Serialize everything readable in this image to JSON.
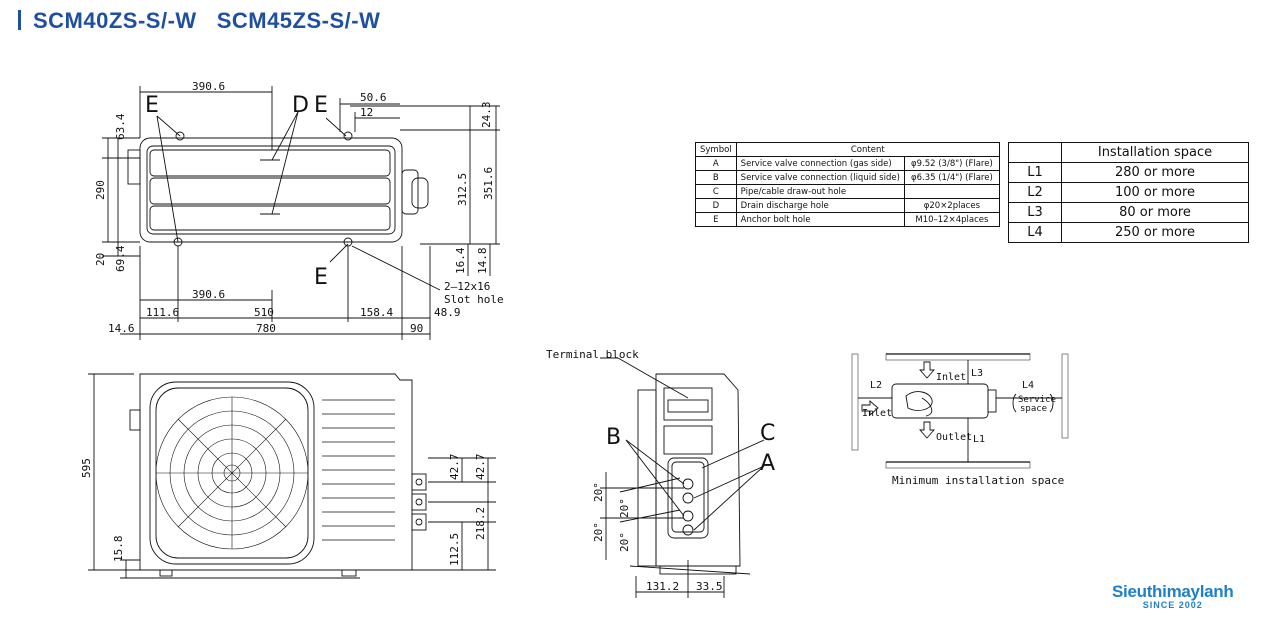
{
  "header": {
    "model_1": "SCM40ZS-S/-W",
    "model_2": "SCM45ZS-S/-W"
  },
  "top_view": {
    "dims": {
      "w390a": "390.6",
      "w50": "50.6",
      "w12": "12",
      "h24": "24.3",
      "h63": "63.4",
      "h290": "290",
      "h20": "20",
      "h69": "69.4",
      "h312": "312.5",
      "h351": "351.6",
      "h16": "16.4",
      "h14": "14.8",
      "w390b": "390.6",
      "w111": "111.6",
      "w510": "510",
      "w158": "158.4",
      "w48": "48.9",
      "w14": "14.6",
      "w780": "780",
      "w90": "90"
    },
    "labels": {
      "e1": "E",
      "d": "D",
      "e2": "E",
      "e3": "E"
    },
    "slot_note_1": "2–12x16",
    "slot_note_2": "Slot hole"
  },
  "front_view": {
    "dims": {
      "h595": "595",
      "h15": "15.8",
      "h42a": "42.7",
      "h42b": "42.7",
      "h112": "112.5",
      "h218": "218.2"
    }
  },
  "side_view": {
    "terminal_label": "Terminal block",
    "labels": {
      "b": "B",
      "c": "C",
      "a": "A"
    },
    "dims": {
      "d20a": "20°",
      "d20b": "20°",
      "d20c": "20°",
      "d20d": "20°",
      "w131": "131.2",
      "w33": "33.5"
    }
  },
  "symbols_table": {
    "header": [
      "Symbol",
      "Content"
    ],
    "rows": [
      {
        "sym": "A",
        "content": "Service valve connection (gas side)",
        "spec": "φ9.52 (3/8\") (Flare)"
      },
      {
        "sym": "B",
        "content": "Service valve connection (liquid side)",
        "spec": "φ6.35 (1/4\") (Flare)"
      },
      {
        "sym": "C",
        "content": "Pipe/cable draw-out hole",
        "spec": ""
      },
      {
        "sym": "D",
        "content": "Drain discharge hole",
        "spec": "φ20×2places"
      },
      {
        "sym": "E",
        "content": "Anchor bolt hole",
        "spec": "M10–12×4places"
      }
    ]
  },
  "installation_table": {
    "header": "Installation space",
    "rows": [
      {
        "key": "L1",
        "value": "280 or more"
      },
      {
        "key": "L2",
        "value": "100 or more"
      },
      {
        "key": "L3",
        "value": "80 or more"
      },
      {
        "key": "L4",
        "value": "250 or more"
      }
    ]
  },
  "install_diagram": {
    "inlet_top": "Inlet",
    "inlet_left": "Inlet",
    "outlet": "Outlet",
    "l1": "L1",
    "l2": "L2",
    "l3": "L3",
    "l4": "L4",
    "service_1": "Service",
    "service_2": "space",
    "caption": "Minimum installation space"
  },
  "logo": {
    "name": "Sieuthimaylanh",
    "since": "SINCE 2002"
  }
}
